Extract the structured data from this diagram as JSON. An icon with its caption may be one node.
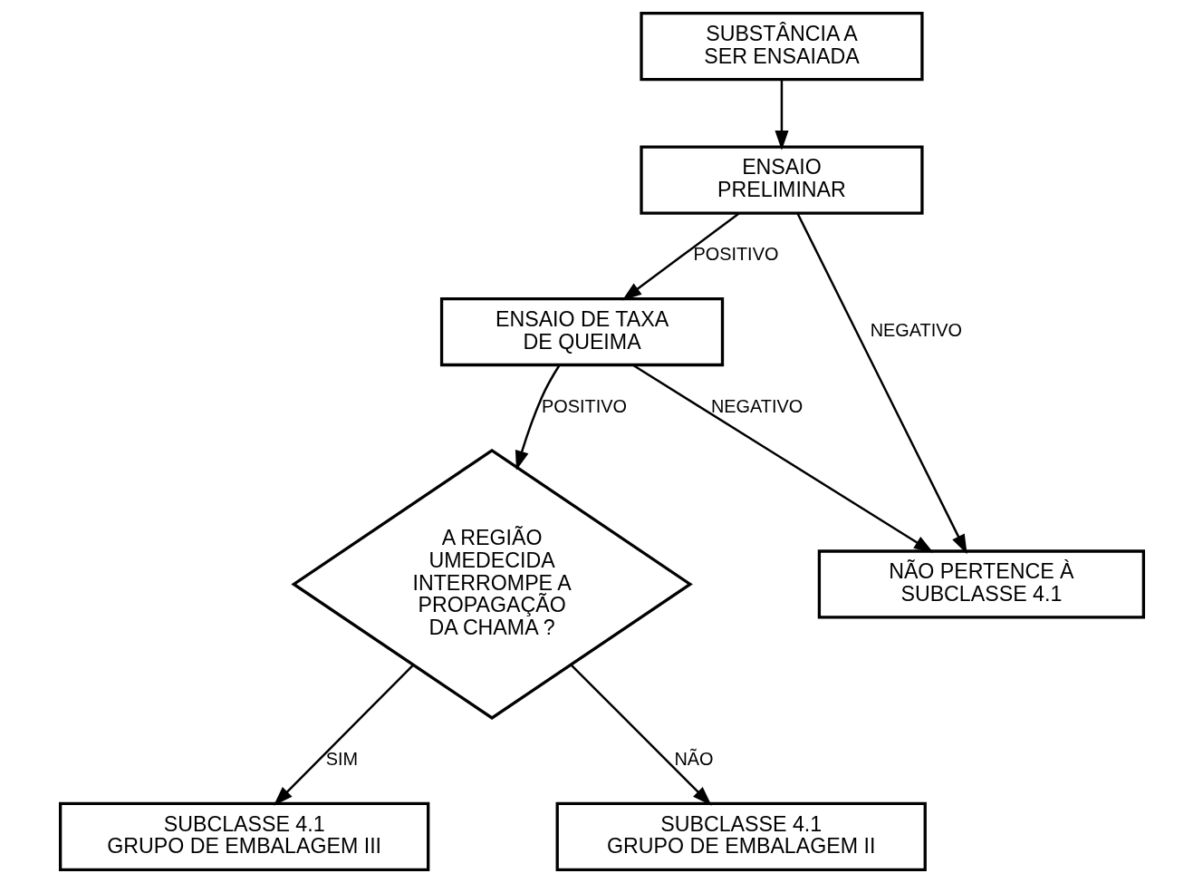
{
  "diagram": {
    "nodes": [
      {
        "text": [
          "SUBSTÂNCIA A SER ENSAIADA"
        ]
      },
      {
        "text": [
          "ENSAIO PRELIMINAR"
        ]
      },
      {
        "text": [
          "ENSAIO DE TAXA DE QUEIMA"
        ]
      },
      {
        "text": [
          "NÃO PERTENCE À SUBCLASSE 4.1"
        ]
      },
      {
        "text": [
          "A REGIÃO UMEDECIDA INTERROMPE A PROPAGAÇÃO DA CHAMA ?"
        ]
      },
      {
        "text": [
          "SUBCLASSE 4.1 GRUPO DE EMBALAGEM III"
        ]
      },
      {
        "text": [
          "SUBCLASSE 4.1 GRUPO DE EMBALAGEM II"
        ]
      }
    ],
    "edges": [
      {
        "from": 0,
        "to": 1,
        "arrow": "to"
      },
      {
        "from": 1,
        "to": 2,
        "arrow": "to",
        "label": "POSITIVO"
      },
      {
        "from": 1,
        "to": 3,
        "arrow": "to",
        "label": "NEGATIVO"
      },
      {
        "from": 2,
        "to": 3,
        "arrow": "to",
        "label": "NEGATIVO"
      },
      {
        "from": 2,
        "to": 4,
        "arrow": "to",
        "label": "POSITIVO"
      },
      {
        "from": 4,
        "to": 5,
        "arrow": "to",
        "label": "SIM"
      },
      {
        "from": 4,
        "to": 6,
        "arrow": "to",
        "label": "NÃO"
      }
    ]
  }
}
